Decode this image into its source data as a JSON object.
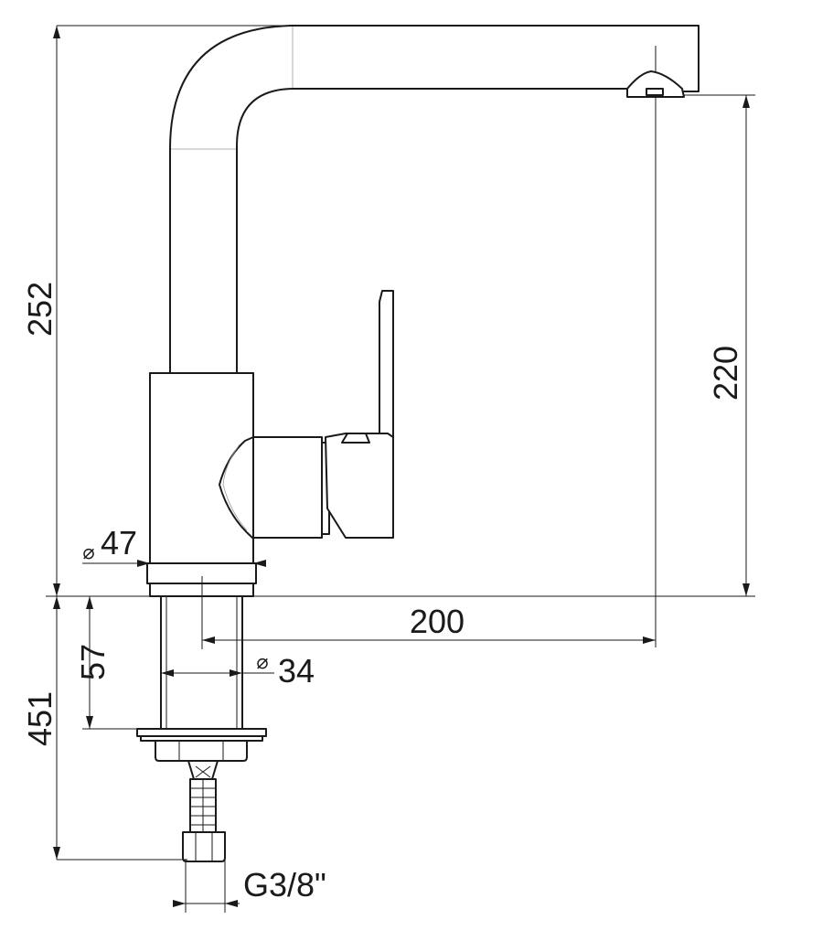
{
  "dimensions": {
    "total_height": "252",
    "spout_height": "220",
    "reach": "200",
    "base_diameter": "47",
    "shank_diameter": "34",
    "shank_length": "57",
    "hose_length": "451",
    "connection": "G3/8\""
  },
  "symbols": {
    "diameter": "⌀"
  },
  "colors": {
    "line": "#1a1a1a",
    "background": "#ffffff"
  }
}
